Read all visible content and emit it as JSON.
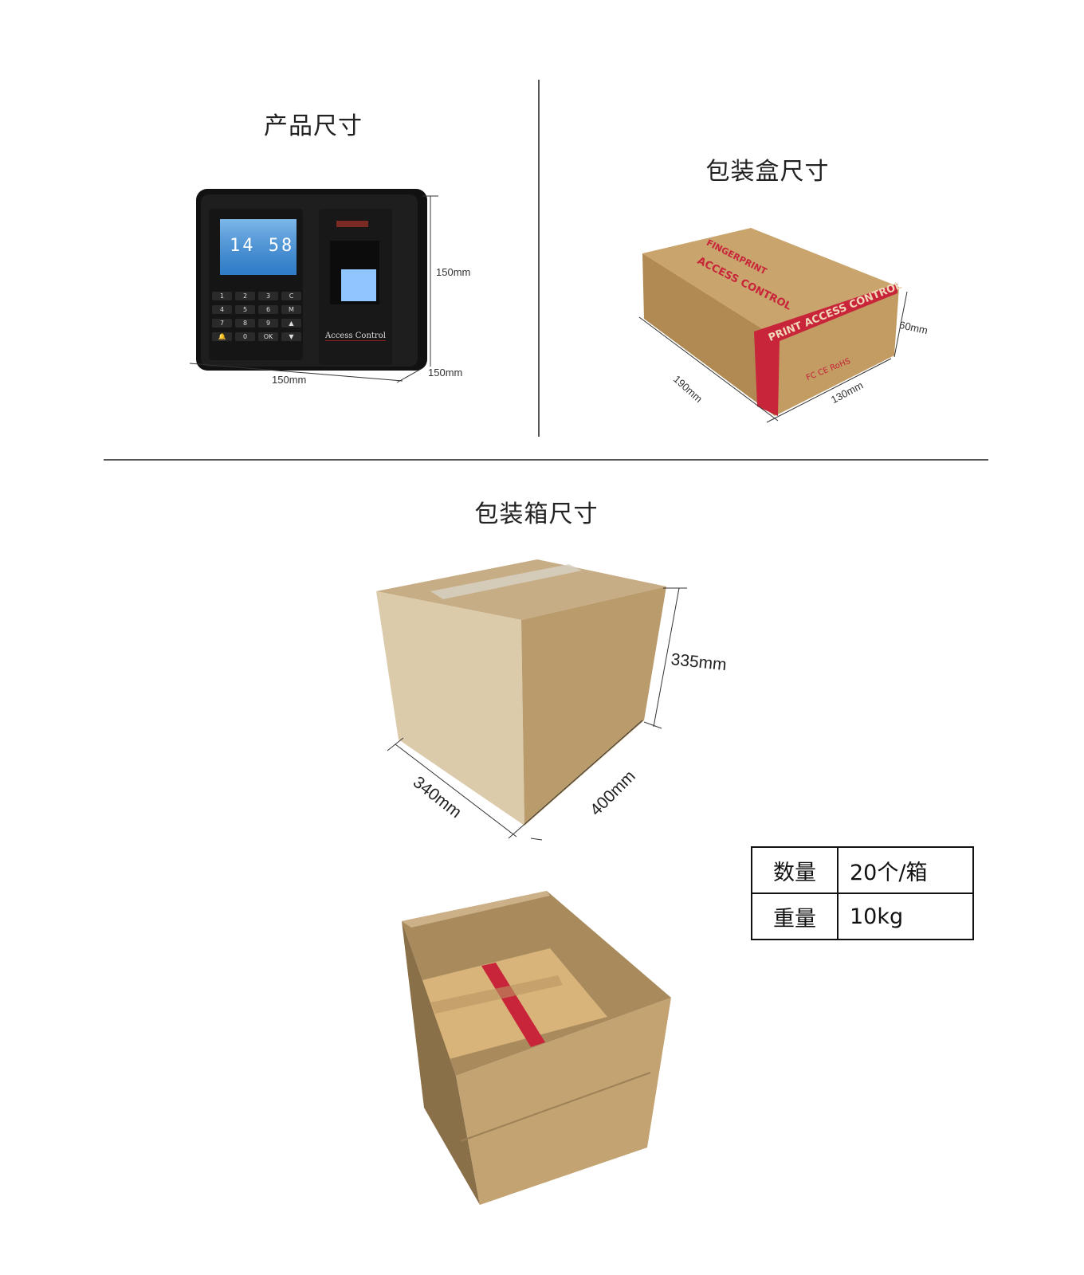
{
  "sections": {
    "product": {
      "title": "产品尺寸",
      "width": "150mm",
      "height": "150mm",
      "depth": "150mm"
    },
    "package_box": {
      "title": "包装盒尺寸",
      "length": "190mm",
      "width": "130mm",
      "height": "60mm"
    },
    "carton": {
      "title": "包装箱尺寸",
      "height": "335mm",
      "length": "400mm",
      "width": "340mm"
    }
  },
  "device": {
    "screen_time": "14 58",
    "keys": [
      "1",
      "2",
      "3",
      "C",
      "4",
      "5",
      "6",
      "M",
      "7",
      "8",
      "9",
      "▲",
      "🔔",
      "0",
      "OK",
      "▼"
    ],
    "brand_label": "Access Control"
  },
  "box_print": {
    "top_text_1": "FINGERPRINT",
    "top_text_2": "ACCESS CONTROL",
    "band_text": "PRINT ACCESS CONTROL",
    "certs": "FC CE RoHS"
  },
  "spec_table": {
    "rows": [
      {
        "key": "数量",
        "value": "20个/箱"
      },
      {
        "key": "重量",
        "value": "10kg"
      }
    ]
  },
  "colors": {
    "kraft": "#c9a46c",
    "tape_red": "#c8243a",
    "device_black": "#1b1b1b",
    "screen_blue": "#3d8fd8"
  }
}
